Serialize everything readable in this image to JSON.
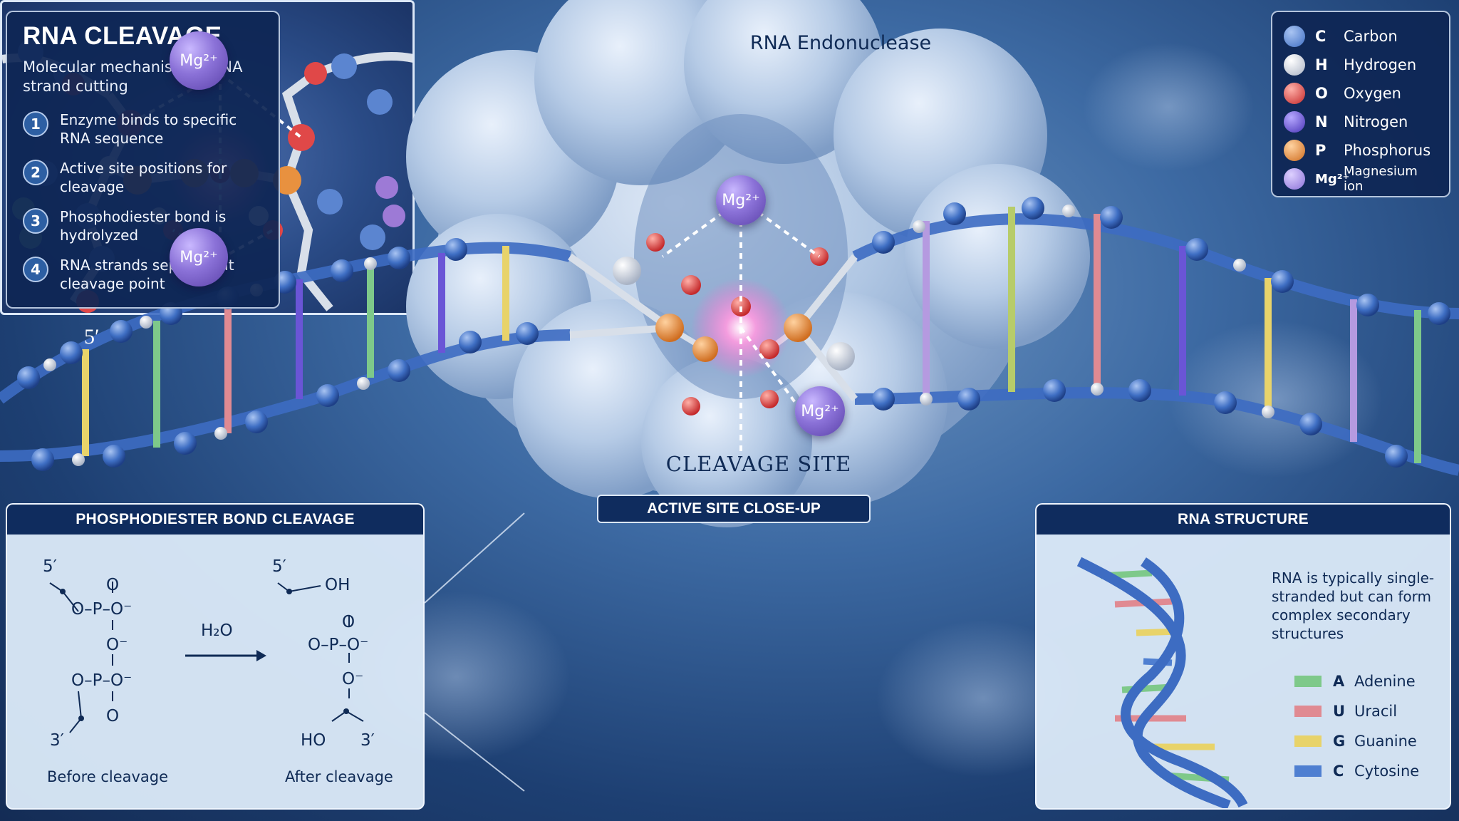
{
  "title_panel": {
    "title": "RNA CLEAVAGE",
    "subtitle": "Molecular mechanism of RNA strand cutting",
    "steps": [
      {
        "num": "1",
        "text": "Enzyme binds to specific RNA sequence"
      },
      {
        "num": "2",
        "text": "Active site positions for cleavage"
      },
      {
        "num": "3",
        "text": "Phosphodiester bond is hydrolyzed"
      },
      {
        "num": "4",
        "text": "RNA strands separate at cleavage point"
      }
    ]
  },
  "legend": {
    "items": [
      {
        "symbol": "C",
        "name": "Carbon",
        "color": "#4f7fd1"
      },
      {
        "symbol": "H",
        "name": "Hydrogen",
        "color": "#e6e9ef"
      },
      {
        "symbol": "O",
        "name": "Oxygen",
        "color": "#e04848"
      },
      {
        "symbol": "N",
        "name": "Nitrogen",
        "color": "#6a55d6"
      },
      {
        "symbol": "P",
        "name": "Phosphorus",
        "color": "#e88a38"
      },
      {
        "symbol": "Mg²⁺",
        "name": "Magnesium ion",
        "color": "#a993e6"
      }
    ]
  },
  "scene": {
    "enzyme_label": "RNA Endonuclease",
    "cleavage_label": "CLEAVAGE SITE",
    "five_prime": "5′",
    "mg_label": "Mg²⁺"
  },
  "bond_panel": {
    "header": "PHOSPHODIESTER BOND CLEAVAGE",
    "before": {
      "five_prime": "5′",
      "o_top": "O",
      "o_p_o": "O–P–O⁻",
      "o_mid": "O⁻",
      "o_p_o2": "O–P–O⁻",
      "o_bottom": "O",
      "three_prime": "3′",
      "caption": "Before cleavage"
    },
    "reagent": "H₂O",
    "after": {
      "five_prime": "5′",
      "oh": "OH",
      "o_top": "O",
      "o_p_o": "O–P–O⁻",
      "o_mid": "O⁻",
      "ho": "HO",
      "three_prime": "3′",
      "caption": "After cleavage"
    }
  },
  "active_panel": {
    "header": "ACTIVE SITE CLOSE-UP",
    "mg_top": "Mg²⁺",
    "mg_bottom": "Mg²⁺"
  },
  "rna_panel": {
    "header": "RNA STRUCTURE",
    "description": "RNA is typically single-stranded but can form complex secondary structures",
    "bases": [
      {
        "letter": "A",
        "name": "Adenine",
        "color": "#7ec98a"
      },
      {
        "letter": "U",
        "name": "Uracil",
        "color": "#e08a92"
      },
      {
        "letter": "G",
        "name": "Guanine",
        "color": "#e8d36a"
      },
      {
        "letter": "C",
        "name": "Cytosine",
        "color": "#4f7fd1"
      }
    ]
  }
}
